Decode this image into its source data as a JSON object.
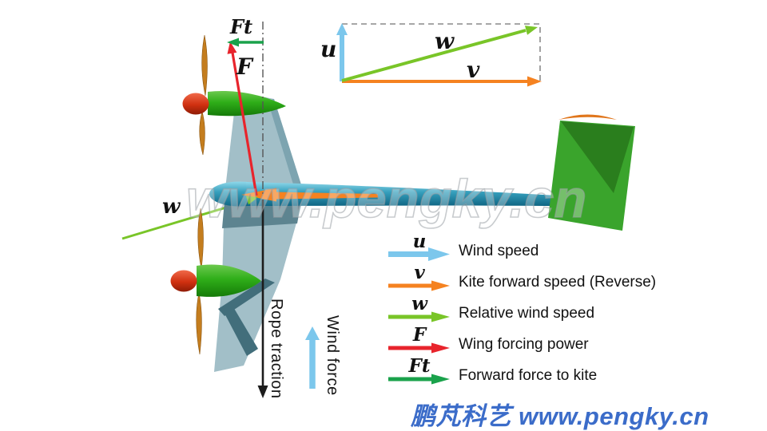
{
  "colors": {
    "wind_speed": "#7cc7ec",
    "kite_forward": "#f58220",
    "relative_wind": "#79c528",
    "wing_force": "#e8242c",
    "forward_force": "#1aa24b",
    "rope": "#1c1c1c",
    "axis_gray": "#8a8a8a",
    "brand_blue": "#3b6cc9"
  },
  "vector_diagram": {
    "u": "u",
    "v": "v",
    "w": "w"
  },
  "annotations": {
    "ft": "Ft",
    "f": "F",
    "w": "w",
    "rope_traction": "Rope traction",
    "wind_force": "Wind force"
  },
  "legend": {
    "items": [
      {
        "symbol": "u",
        "color": "#7cc7ec",
        "label": "Wind speed"
      },
      {
        "symbol": "v",
        "color": "#f58220",
        "label": "Kite forward speed (Reverse)"
      },
      {
        "symbol": "w",
        "color": "#79c528",
        "label": "Relative wind speed"
      },
      {
        "symbol": "F",
        "color": "#e8242c",
        "label": "Wing forcing power"
      },
      {
        "symbol": "Ft",
        "color": "#1aa24b",
        "label": "Forward force to kite"
      }
    ]
  },
  "watermark": {
    "text": "www.pengky.cn"
  },
  "footer": {
    "brand_text": "鹏芃科艺 www.pengky.cn"
  }
}
